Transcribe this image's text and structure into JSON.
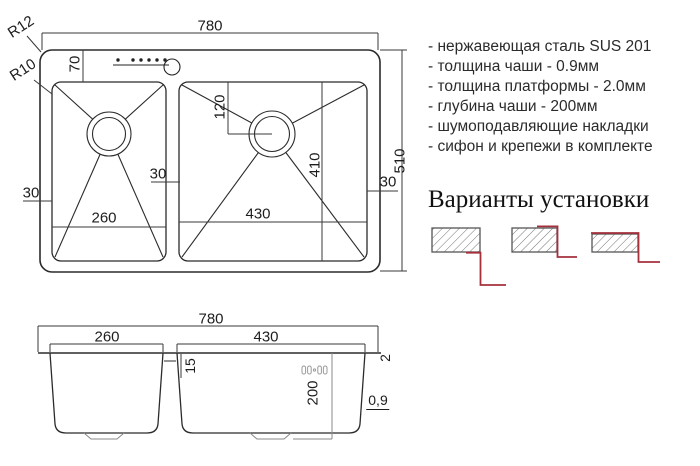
{
  "colors": {
    "line": "#2b2b2b",
    "dim_line": "#3a3a3a",
    "grey_detail": "#8a8a8a",
    "accent_red": "#a5303c"
  },
  "specs": {
    "items": [
      "- нержавеющая сталь SUS 201",
      "- толщина чаши - 0.9мм",
      "- толщина платформы - 2.0мм",
      "- глубина чаши - 200мм",
      "- шумоподавляющие накладки",
      "- сифон и крепежи в комплекте"
    ]
  },
  "installation": {
    "title": "Варианты установки"
  },
  "top_view": {
    "dim_width": "780",
    "dim_height": "510",
    "dim_rim": "70",
    "dim_drain": "120",
    "dim_bowl_h": "410",
    "dim_left_w": "260",
    "dim_right_w": "430",
    "dim_m_left": "30",
    "dim_m_gap": "30",
    "dim_m_right": "30",
    "r_outer": "R12",
    "r_bowl": "R10"
  },
  "bottom_view": {
    "dim_width": "780",
    "dim_left_w": "260",
    "dim_right_w": "430",
    "dim_divider": "15",
    "dim_depth": "200",
    "dim_platform": "2",
    "dim_wall": "0,9"
  }
}
